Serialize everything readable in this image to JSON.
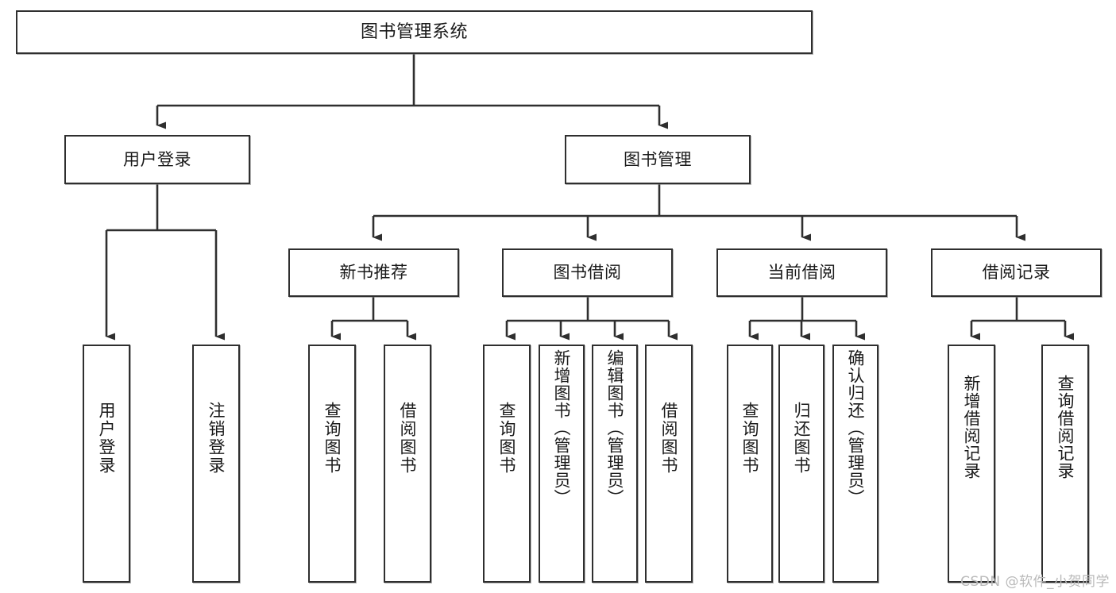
{
  "diagram": {
    "type": "tree",
    "title": "图书管理系统",
    "orientation": "top-down",
    "style": {
      "background": "#ffffff",
      "box_border": "#2f2f2f",
      "box_fill": "#ffffff",
      "connector": "#2f2f2f",
      "text": "#1a1a1a",
      "watermark": "#b9b9b9"
    }
  },
  "nodes": {
    "root": {
      "label": "图书管理系统"
    },
    "level2": [
      {
        "id": "user-login",
        "label": "用户登录"
      },
      {
        "id": "book-manage",
        "label": "图书管理"
      }
    ],
    "level3": [
      {
        "id": "new-book-recommend",
        "label": "新书推荐"
      },
      {
        "id": "book-borrow",
        "label": "图书借阅"
      },
      {
        "id": "current-borrow",
        "label": "当前借阅"
      },
      {
        "id": "borrow-record",
        "label": "借阅记录"
      }
    ],
    "leaves": {
      "user-login": [
        {
          "id": "leaf-user-login",
          "label": "用户登录"
        },
        {
          "id": "leaf-logout-login",
          "label": "注销登录"
        }
      ],
      "new-book-recommend": [
        {
          "id": "leaf-query-book-1",
          "label": "查询图书"
        },
        {
          "id": "leaf-borrow-book-1",
          "label": "借阅图书"
        }
      ],
      "book-borrow": [
        {
          "id": "leaf-query-book-2",
          "label": "查询图书"
        },
        {
          "id": "leaf-add-book",
          "label": "新增图书（管理员）"
        },
        {
          "id": "leaf-edit-book",
          "label": "编辑图书（管理员）"
        },
        {
          "id": "leaf-borrow-book-2",
          "label": "借阅图书"
        }
      ],
      "current-borrow": [
        {
          "id": "leaf-query-book-3",
          "label": "查询图书"
        },
        {
          "id": "leaf-return-book",
          "label": "归还图书"
        },
        {
          "id": "leaf-confirm-return",
          "label": "确认归还（管理员）"
        }
      ],
      "borrow-record": [
        {
          "id": "leaf-add-record",
          "label": "新增借阅记录"
        },
        {
          "id": "leaf-query-record",
          "label": "查询借阅记录"
        }
      ]
    }
  },
  "watermark": {
    "text": "CSDN @软件_小贺同学"
  }
}
